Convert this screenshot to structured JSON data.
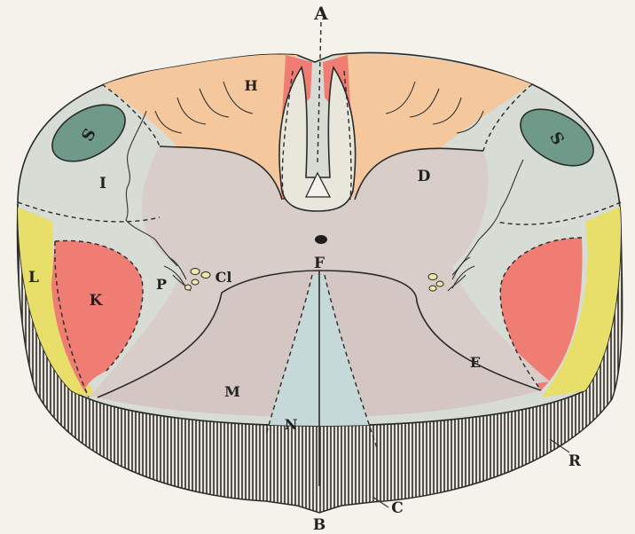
{
  "labels": {
    "A": "A",
    "B": "B",
    "C": "C",
    "D": "D",
    "E": "E",
    "F": "F",
    "H": "H",
    "I": "I",
    "K": "K",
    "L": "L",
    "M": "M",
    "N": "N",
    "P": "P",
    "R": "R",
    "S_left": "S",
    "S_right": "S",
    "Cl": "Cl"
  },
  "colors": {
    "background": "#f4f2ea",
    "white_matter": "#d7dcd4",
    "grey_matter": "#d9cdc9",
    "anterior_columns": "#d8c8c4",
    "orange_tract": "#f4c79c",
    "red_tract": "#ef7d74",
    "yellow_tract": "#e8de6a",
    "blue_tract": "#c5d9d8",
    "green_S": "#6f9a8a",
    "cut_surface": "#6e6c68",
    "outline": "#2a2a2a"
  }
}
